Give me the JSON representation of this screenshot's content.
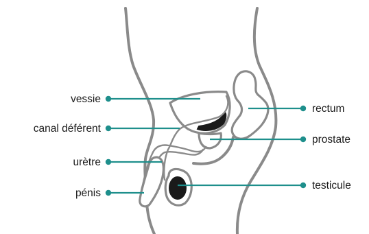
{
  "labels": {
    "vessie": "vessie",
    "canal_deferent": "canal déférent",
    "uretre": "urètre",
    "penis": "pénis",
    "rectum": "rectum",
    "prostate": "prostate",
    "testicule": "testicule"
  },
  "colors": {
    "leader": "#1e8f8c",
    "outline": "#8a8a8a",
    "organ_fill": "#1a1a1a",
    "text": "#1a1a1a"
  }
}
